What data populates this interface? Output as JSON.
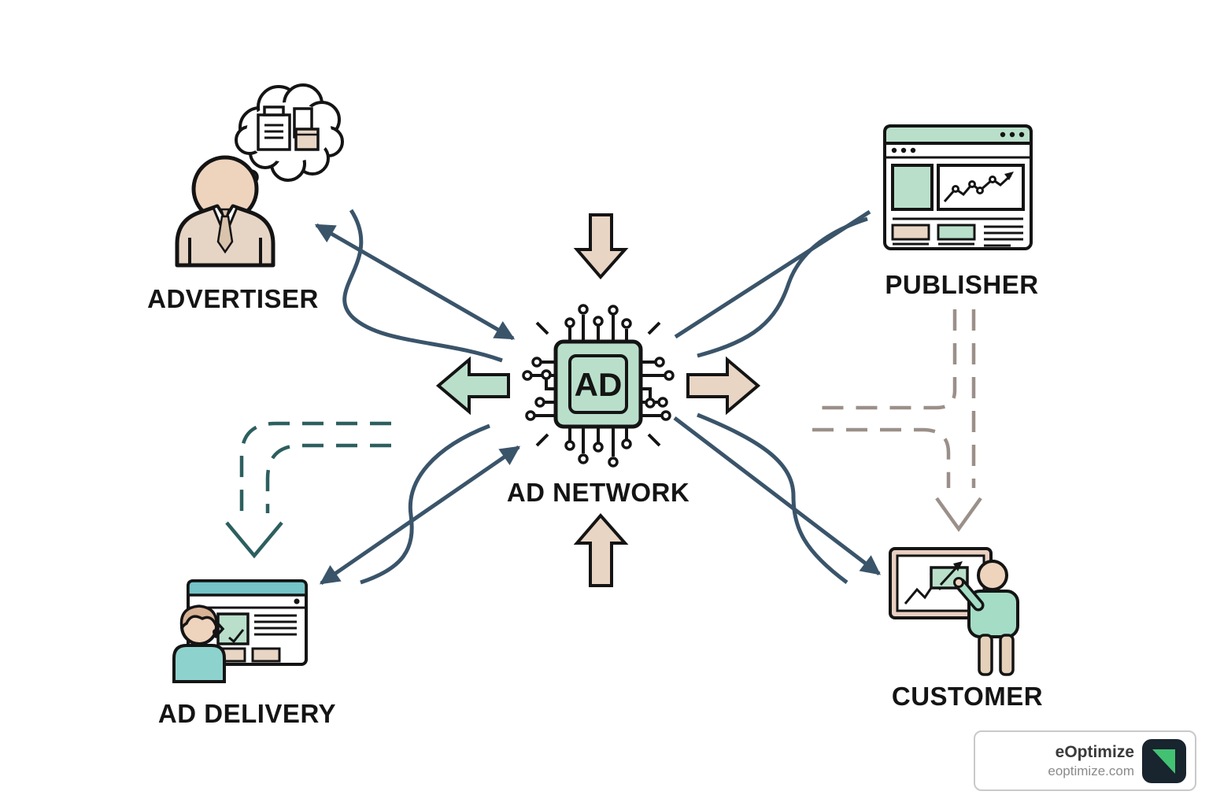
{
  "diagram": {
    "advertiser": {
      "label": "ADVERTISER",
      "icon": "businessman-thinking-product-icon"
    },
    "publisher": {
      "label": "PUBLISHER",
      "icon": "browser-analytics-icon"
    },
    "adNetwork": {
      "label": "AD NETWORK",
      "chipText": "AD",
      "icon": "microchip-icon"
    },
    "adDelivery": {
      "label": "AD DELIVERY",
      "icon": "browser-support-agent-icon"
    },
    "customer": {
      "label": "CUSTOMER",
      "icon": "person-presenting-icon"
    },
    "connections": [
      {
        "from": "ad-network",
        "to": "advertiser",
        "style": "navy-straight-double-arrow-with-s-curve"
      },
      {
        "from": "publisher",
        "to": "ad-network",
        "style": "navy-straight-line-with-s-curve"
      },
      {
        "from": "ad-network",
        "to": "ad-delivery",
        "style": "navy-straight-double-arrow-with-s-curve"
      },
      {
        "from": "ad-network",
        "to": "customer",
        "style": "navy-straight-arrow-with-s-curve"
      },
      {
        "from": "ad-network",
        "to": "ad-delivery",
        "style": "teal-dashed-elbow-open-arrow"
      },
      {
        "from": "publisher",
        "to": "customer",
        "style": "gray-dashed-merge-open-arrow"
      },
      {
        "into": "ad-network",
        "side": "top",
        "style": "beige-block-arrow-down"
      },
      {
        "out": "ad-network",
        "side": "left",
        "style": "green-block-arrow-left"
      },
      {
        "out": "ad-network",
        "side": "right",
        "style": "beige-block-arrow-right"
      },
      {
        "into": "ad-network",
        "side": "bottom",
        "style": "beige-block-arrow-up"
      }
    ]
  },
  "watermark": {
    "name": "eOptimize",
    "domain": "eoptimize.com"
  },
  "colors": {
    "bg": "#ffffff",
    "ink": "#141414",
    "green": "#b9dfca",
    "teal": "#74c4c8",
    "tealShirt": "#8ed2cd",
    "greenShirt": "#a5dcc6",
    "beige": "#e8d5c4",
    "frameBeige": "#e9cfc1",
    "skin": "#eed3bd",
    "suit": "#e6d4c5",
    "hair": "#d8b295",
    "tieTan": "#d9c3ac",
    "pants": "#e5d0ba",
    "navy": "#3a546a",
    "tealDash": "#2d5f5f",
    "grayDash": "#9b9089",
    "logoDark": "#18242e",
    "logoGreen": "#43c173",
    "wmBorder": "#c9c9c9",
    "wmName": "#3a3a3a",
    "wmDomain": "#8a8a8a"
  }
}
